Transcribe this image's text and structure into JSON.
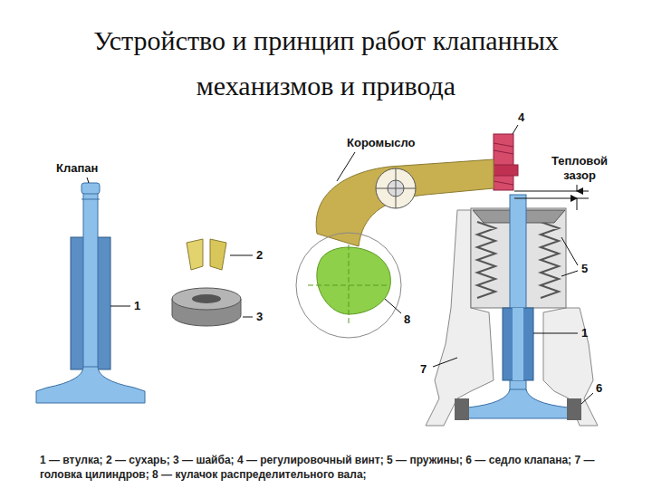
{
  "diagram": {
    "title": "Устройство и принцип работ клапанных механизмов и привода",
    "caption": "1 — втулка; 2 — сухарь; 3 — шайба; 4 — регулировочный винт; 5 — пружины; 6 — седло клапана; 7 — головка цилиндров; 8 — кулачок распределительного вала;",
    "labels": [
      "Клапан",
      "1",
      "2",
      "3",
      "Коромысло",
      "4",
      "Тепловой зазор",
      "5",
      "8",
      "1",
      "7",
      "6"
    ]
  }
}
